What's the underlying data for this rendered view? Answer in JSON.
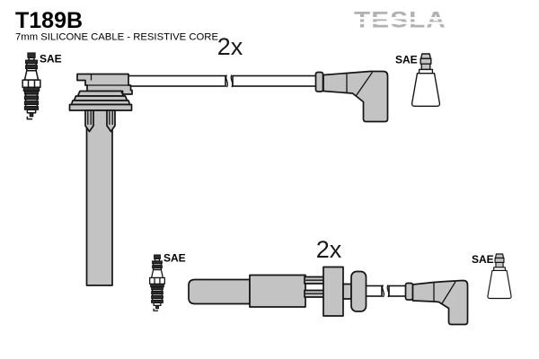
{
  "header": {
    "part_number": "T189B",
    "subtitle": "7mm SILICONE CABLE - RESISTIVE CORE",
    "brand_logo": "TESLA"
  },
  "colors": {
    "part_fill_gray": "#c3c3c3",
    "logo_gray": "#b2b2b2",
    "outline": "#141414",
    "background": "#ffffff"
  },
  "annotations": {
    "quantity_top": "2x",
    "quantity_bottom": "2x",
    "sae_top_left": "SAE",
    "sae_top_right": "SAE",
    "sae_bottom_left": "SAE",
    "sae_bottom_right": "SAE"
  },
  "icons": [
    {
      "name": "spark-plug-icon",
      "meaning": "SAE spark plug connection"
    },
    {
      "name": "spark-plug-icon",
      "meaning": "SAE spark plug connection"
    },
    {
      "name": "terminal-boot-icon",
      "meaning": "SAE terminal boot"
    },
    {
      "name": "terminal-boot-icon",
      "meaning": "SAE terminal boot"
    }
  ],
  "cables": [
    {
      "quantity": "2x",
      "left_end_label": "SAE",
      "right_end_label": "SAE"
    },
    {
      "quantity": "2x",
      "left_end_label": "SAE",
      "right_end_label": "SAE"
    }
  ]
}
